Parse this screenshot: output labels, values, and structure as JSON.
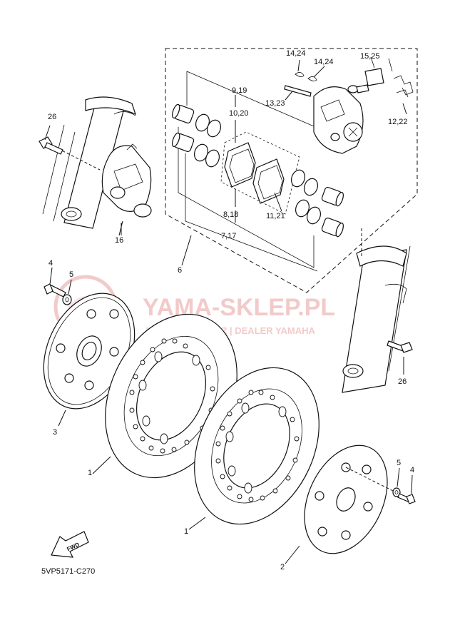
{
  "diagram_code": "5VP5171-C270",
  "watermark": {
    "title": "YAMA-SKLEP.PL",
    "subtitle": "WOJCIECHOWICZ | DEALER YAMAHA",
    "color": "#e8a0a0"
  },
  "fwd_label": "FWD",
  "callouts": {
    "c1a": "1",
    "c1b": "1",
    "c2": "2",
    "c3": "3",
    "c4a": "4",
    "c4b": "4",
    "c5a": "5",
    "c5b": "5",
    "c6": "6",
    "c7_17": "7,17",
    "c8_18": "8,18",
    "c9_19": "9,19",
    "c10_20": "10,20",
    "c11_21": "11,21",
    "c12_22": "12,22",
    "c13_23": "13,23",
    "c14_24a": "14,24",
    "c14_24b": "14,24",
    "c15_25": "15,25",
    "c16": "16",
    "c26a": "26",
    "c26b": "26"
  }
}
